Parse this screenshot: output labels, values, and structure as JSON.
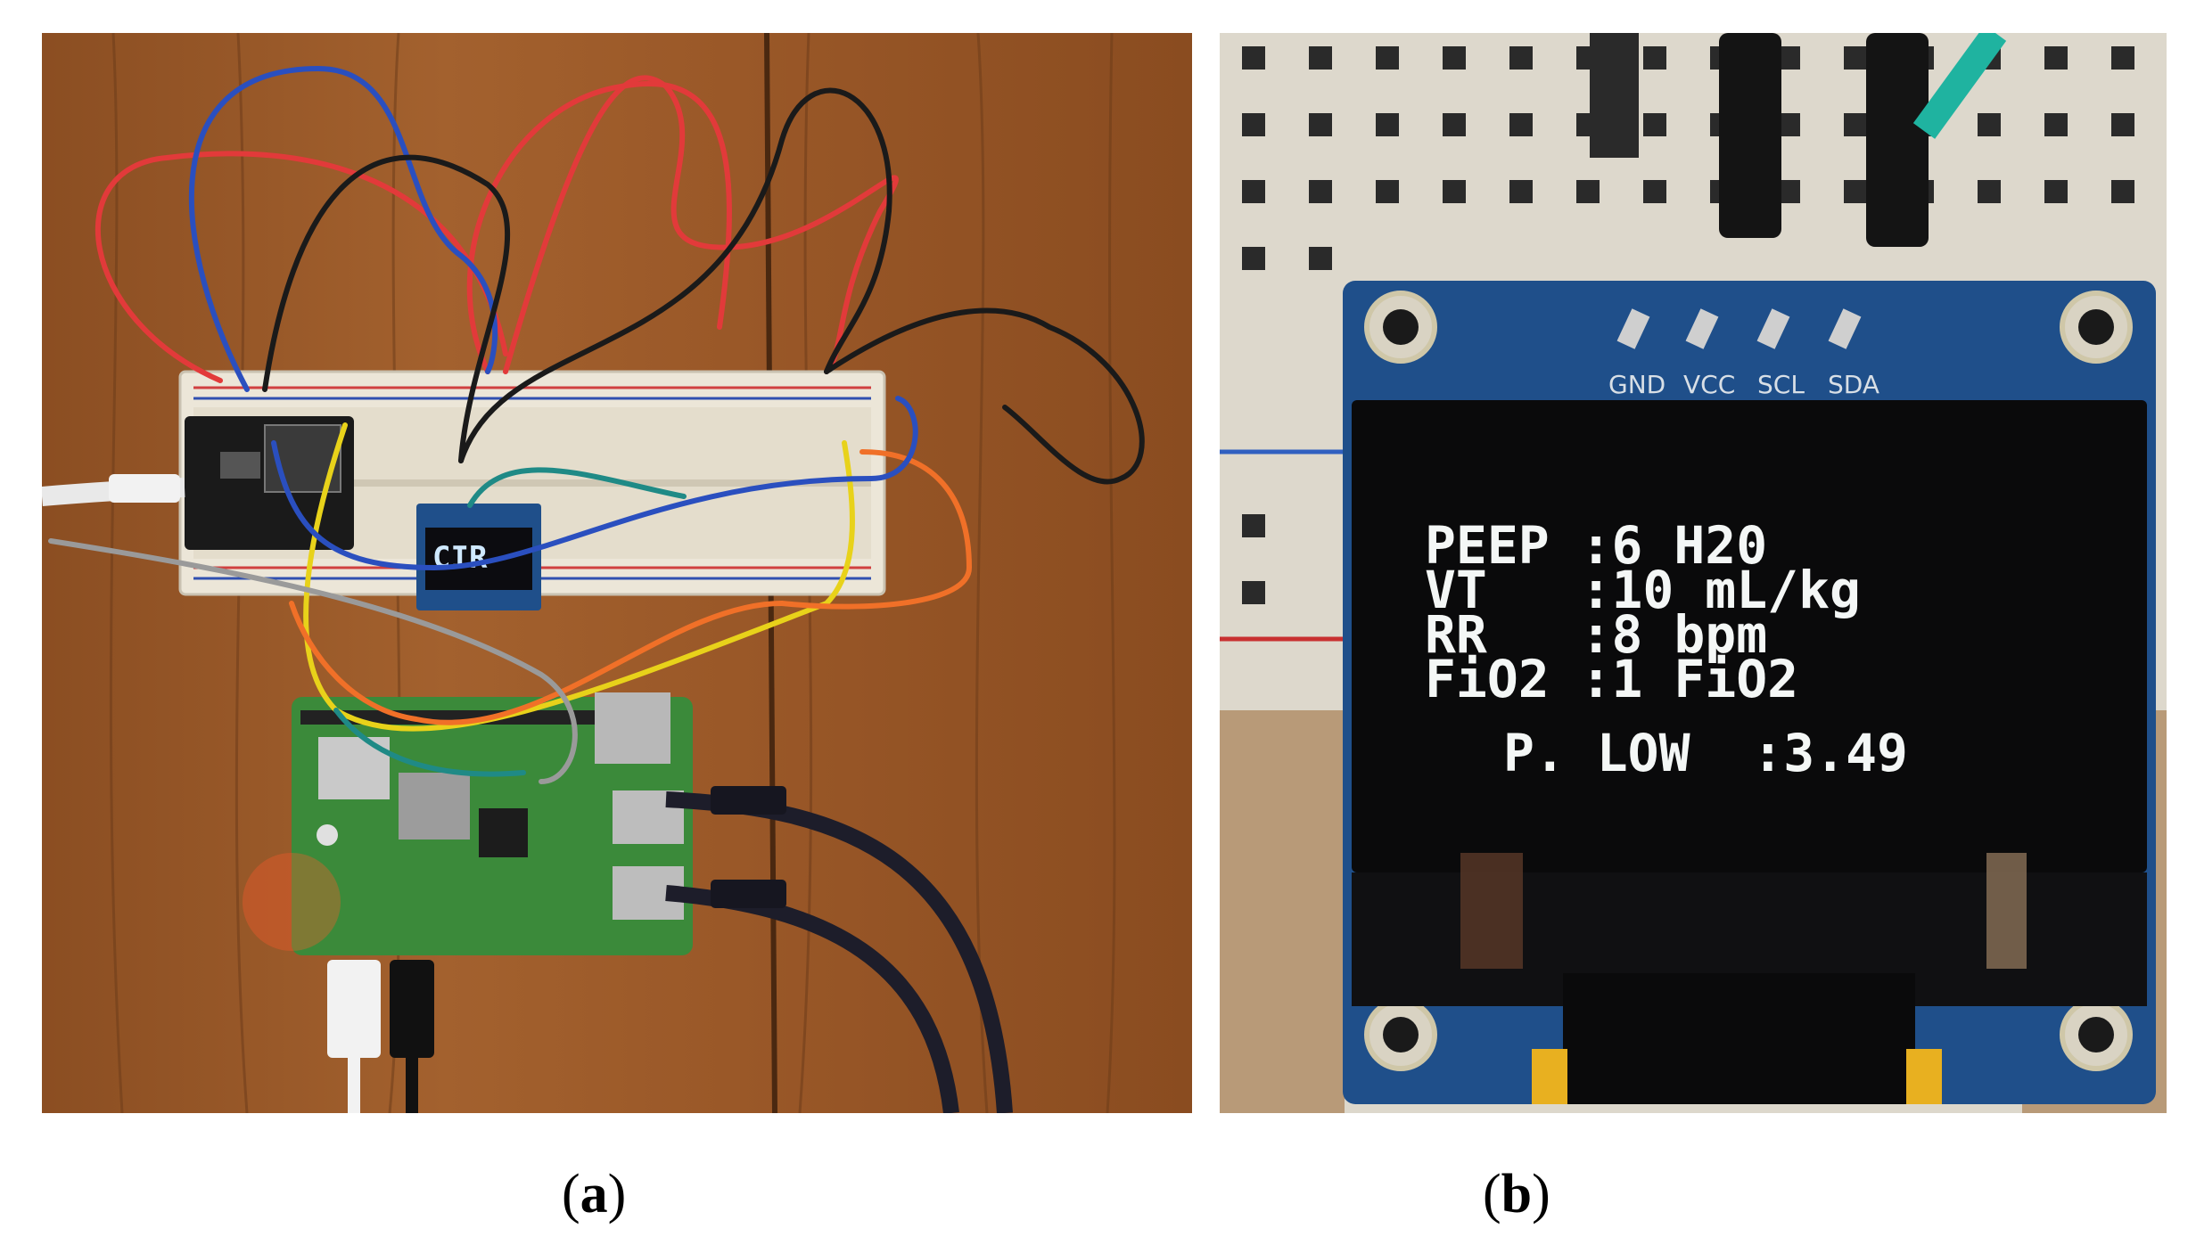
{
  "figure": {
    "panels": [
      {
        "id": "a",
        "caption_open": "(",
        "caption_letter": "a",
        "caption_close": ")",
        "oled_small_text": "CIR"
      },
      {
        "id": "b",
        "caption_open": "(",
        "caption_letter": "b",
        "caption_close": ")",
        "pin_labels": [
          "GND",
          "VCC",
          "SCL",
          "SDA"
        ],
        "oled_lines": [
          "PEEP :6 H20",
          "VT   :10 mL/kg",
          "RR   :8 bpm",
          "FiO2 :1 FiO2"
        ],
        "oled_status": "P. LOW  :3.49"
      }
    ]
  },
  "colors": {
    "wood": "#9a5a2a",
    "wood_dark": "#6e3d1a",
    "breadboard": "#ece6d8",
    "pcb_blue": "#1f4f8a",
    "pi_green": "#3b8a3a",
    "wire_red": "#e23a3a",
    "wire_black": "#1a1a1a",
    "wire_blue": "#2a4fbf",
    "wire_yellow": "#e8d21a",
    "wire_orange": "#f07028",
    "wire_teal": "#1f8a86",
    "oled_text": "#f4f7f6"
  }
}
